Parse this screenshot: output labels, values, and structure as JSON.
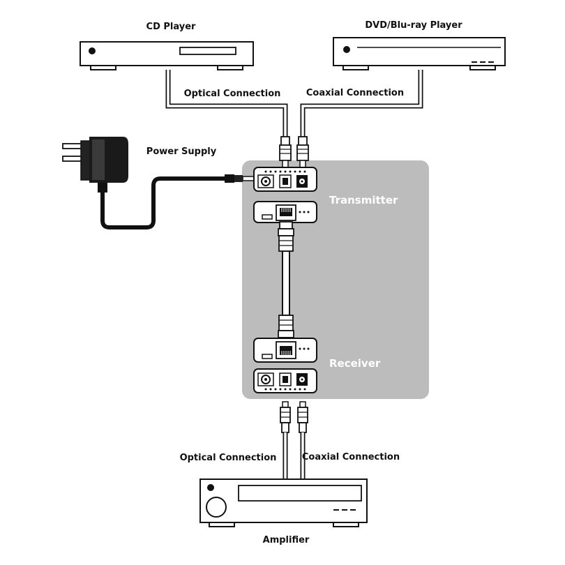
{
  "labels": {
    "cd_player": "CD Player",
    "dvd_player": "DVD/Blu-ray Player",
    "optical_top": "Optical Connection",
    "coaxial_top": "Coaxial Connection",
    "power_supply": "Power Supply",
    "transmitter": "Transmitter",
    "receiver": "Receiver",
    "optical_bottom": "Optical Connection",
    "coaxial_bottom": "Coaxial Connection",
    "amplifier": "Amplifier"
  },
  "colors": {
    "panel": "#bcbcbc",
    "stroke": "#111111",
    "cable": "#ffffff",
    "background": "#ffffff"
  }
}
